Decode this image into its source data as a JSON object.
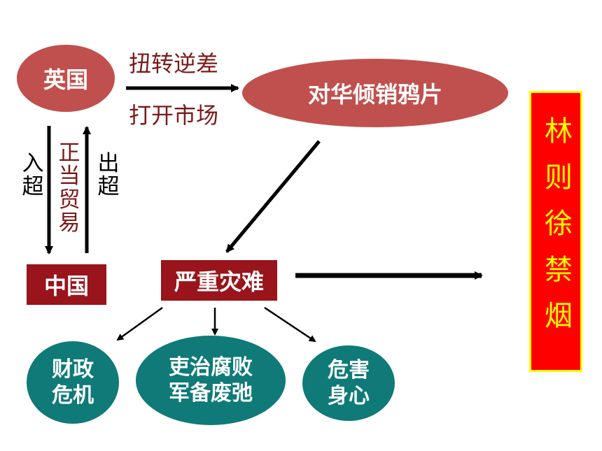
{
  "nodes": {
    "britain": "英国",
    "opium": "对华倾销鸦片",
    "china": "中国",
    "disaster": "严重灾难",
    "fiscal_1": "财政",
    "fiscal_2": "危机",
    "corruption_1": "吏治腐败",
    "corruption_2": "军备废弛",
    "harm_1": "危害",
    "harm_2": "身心"
  },
  "edge_labels": {
    "reverse_deficit": "扭转逆差",
    "open_market": "打开市场",
    "import_surplus": "入超",
    "legit_trade": "正当贸易",
    "export_surplus": "出超"
  },
  "banner": "林则徐禁烟",
  "colors": {
    "red_ellipse": "#c0504d",
    "teal_ellipse": "#0f7a78",
    "dark_red_box": "#99141b",
    "label_red": "#7a1a1a",
    "banner_bg": "#ff0000",
    "banner_border": "#ffff00",
    "banner_text": "#ffff00"
  }
}
